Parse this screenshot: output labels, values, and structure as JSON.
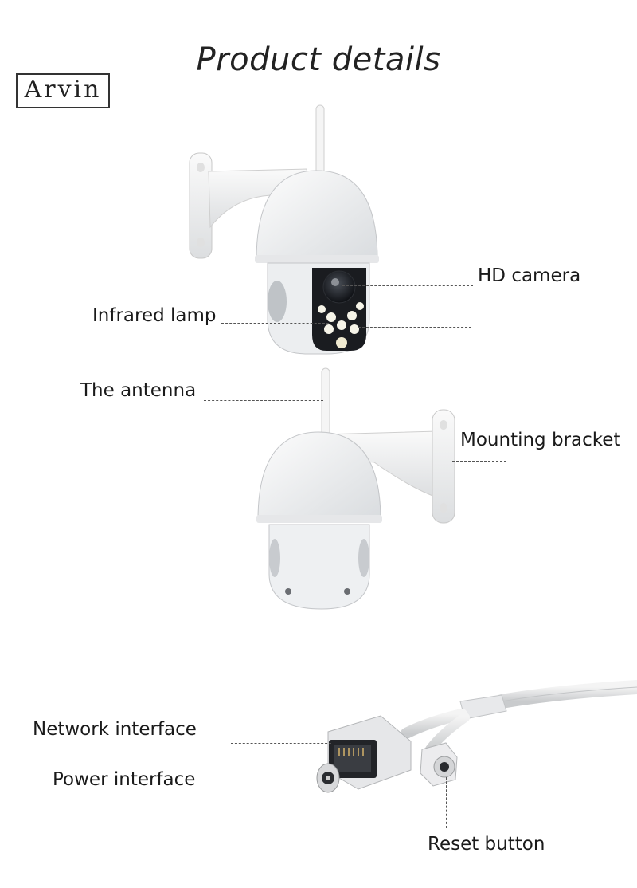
{
  "page": {
    "title": "Product details",
    "brand": "Arvin"
  },
  "callouts": {
    "hd_camera": "HD camera",
    "infrared_lamp": "Infrared lamp",
    "antenna": "The antenna",
    "mounting_bracket": "Mounting bracket",
    "network_interface": "Network interface",
    "power_interface": "Power interface",
    "reset_button": "Reset button"
  }
}
